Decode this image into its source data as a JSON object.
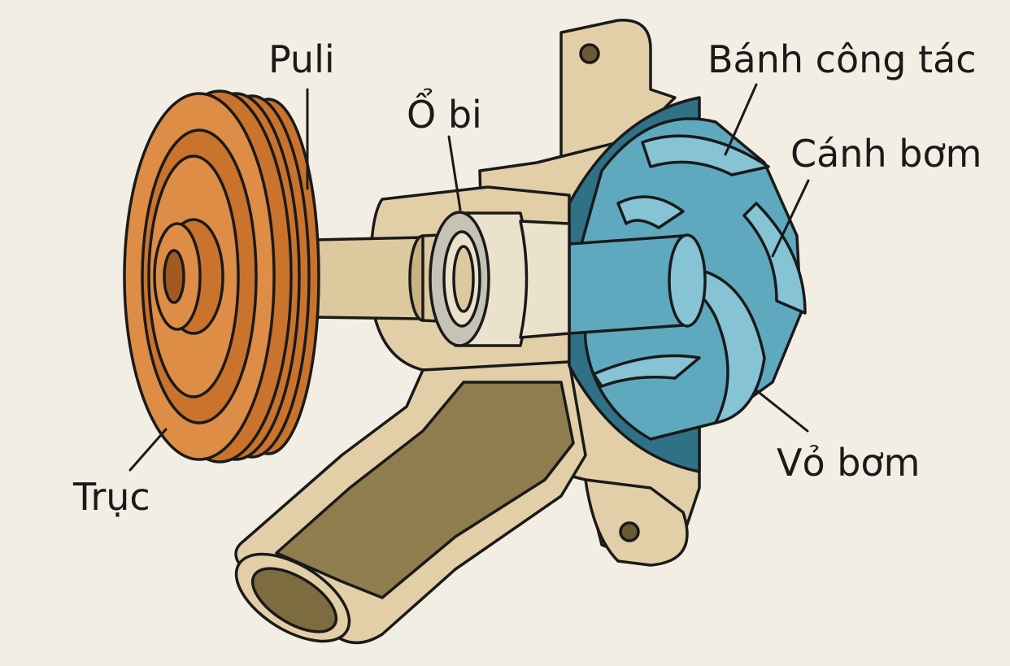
{
  "labels": {
    "puli": "Puli",
    "o_bi": "Ổ bi",
    "banh_cong_tac": "Bánh công tác",
    "canh_bom": "Cánh bơm",
    "vo_bom": "Vỏ bơm",
    "truc": "Trục"
  },
  "colors": {
    "background": "#f3eee4",
    "outline": "#1a1a1a",
    "pulley_orange": "#c9732d",
    "pulley_light": "#dd8d45",
    "pulley_dark": "#a35a21",
    "housing_beige": "#e3cfa7",
    "housing_shadow": "#c9b383",
    "passage_olive": "#8f7d4e",
    "bearing_cream": "#ebe2cc",
    "bearing_grey": "#c7c2b6",
    "impeller_teal": "#5fa9bf",
    "impeller_light": "#86c3d4",
    "impeller_dark": "#2f7185",
    "shaft_tan": "#ddc99e"
  }
}
